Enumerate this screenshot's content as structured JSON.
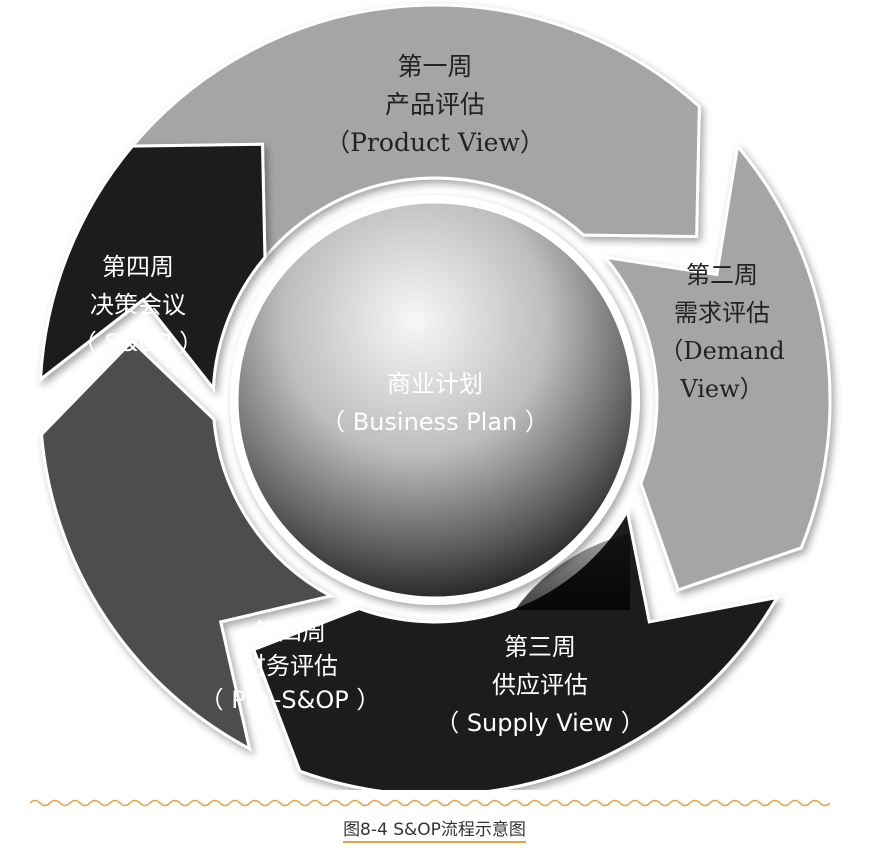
{
  "center": {
    "line1": "商业计划",
    "line2": "（ Business Plan ）"
  },
  "segments": [
    {
      "id": "week1",
      "lines": [
        "第一周",
        "产品评估",
        "（Product View）"
      ],
      "fill": "#a5a5a5",
      "text_color": "#222222"
    },
    {
      "id": "week2",
      "lines": [
        "第二周",
        "需求评估",
        "（Demand",
        "View）"
      ],
      "fill": "#a5a5a5",
      "text_color": "#222222"
    },
    {
      "id": "week3",
      "lines": [
        "第三周",
        "供应评估",
        "（ Supply View ）"
      ],
      "fill": "#1f1f1f",
      "text_color": "#ffffff"
    },
    {
      "id": "week4a",
      "lines": [
        "第四周",
        "财务评估",
        "（ Pre–S&OP ）"
      ],
      "fill": "#4d4d4d",
      "text_color": "#ffffff"
    },
    {
      "id": "week4b",
      "lines": [
        "第四周",
        "决策会议",
        "（ S&OP ）"
      ],
      "fill": "#1f1f1f",
      "text_color": "#ffffff"
    }
  ],
  "caption": "图8-4 S&OP流程示意图",
  "colors": {
    "divider": "#e8a040",
    "hub_light": "#f4f4f4",
    "hub_dark": "#111111"
  }
}
